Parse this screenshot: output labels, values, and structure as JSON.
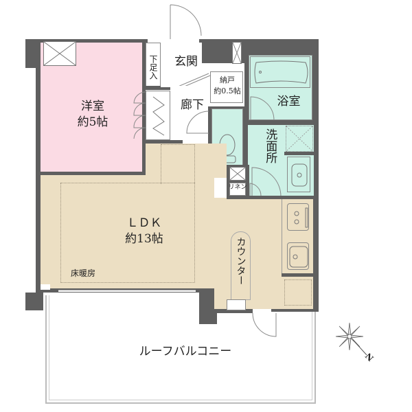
{
  "plan": {
    "title": "1LDK floor plan",
    "colors": {
      "wall": "#5f5f5f",
      "western_room": "#fbdbe4",
      "ldk": "#ecdfc3",
      "wet_area": "#cdf1e6",
      "balcony": "#ffffff"
    }
  },
  "rooms": {
    "western_room": {
      "name": "洋室",
      "size": "約5帖"
    },
    "entrance": {
      "name": "玄関"
    },
    "shoe_box": {
      "name": "下足入"
    },
    "hallway": {
      "name": "廊下"
    },
    "storage": {
      "name": "納戸",
      "size": "約0.5帖"
    },
    "bathroom": {
      "name": "浴室"
    },
    "washroom": {
      "name": "洗面所"
    },
    "linen": {
      "name": "リネン"
    },
    "ldk": {
      "name": "ＬＤＫ",
      "size": "約13帖",
      "floor_heating": "床暖房"
    },
    "counter": {
      "name": "カウンター"
    },
    "roof_balcony": {
      "name": "ルーフバルコニー"
    }
  },
  "compass": {
    "label": "N"
  }
}
